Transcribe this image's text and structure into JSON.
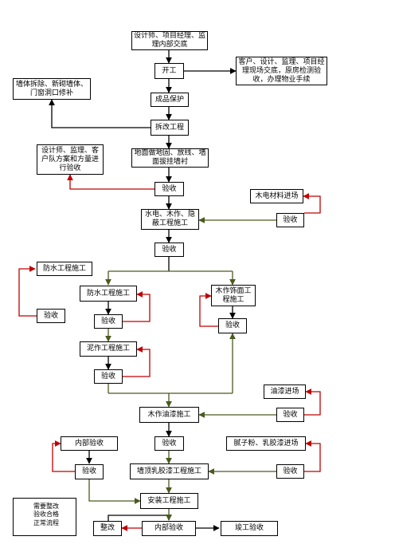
{
  "colors": {
    "main": "#000000",
    "rework": "#c00000",
    "pass": "#4a5a1e"
  },
  "nodes": {
    "design_intro": "设计师、项目经理、监理内部交底",
    "start_work": "开工",
    "client_handover": "客户、设计、监理、项目经理现场交底，原房检测验收，办理物业手续",
    "wall_demolition": "墙体拆除、新砌墙体、门窗洞口修补",
    "finished_protection": "成品保护",
    "demolition_work": "拆改工程",
    "floor_leveling": "地面做地固、放线、墙面拔挂墙衬",
    "team_acceptance": "设计师、监理、客户队方案和方量进行验收",
    "accept_1": "验收",
    "wood_elec_material": "木电材料进场",
    "hidden_works": "水电、木作、隐蔽工程施工",
    "accept_2": "验收",
    "accept_3": "验收",
    "waterproof_left": "防水工程施工",
    "accept_left": "验收",
    "waterproof_mid": "防水工程施工",
    "accept_wp": "验收",
    "wood_finish": "木作饰面工程施工",
    "accept_wood": "验收",
    "mud_work": "泥作工程施工",
    "accept_mud": "验收",
    "paint_material": "油漆进场",
    "wood_paint": "木作油漆施工",
    "accept_paint": "验收",
    "internal_check": "内部验收",
    "accept_mid": "验收",
    "putty_material": "腻子粉、乳胶漆进场",
    "accept_internal": "验收",
    "latex_paint": "墙顶乳胶漆工程施工",
    "accept_latex": "验收",
    "install_work": "安装工程施工",
    "rectify": "整改",
    "internal_final": "内部验收",
    "completion": "竣工验收"
  },
  "legend": {
    "rework": "需要整改",
    "passed": "验收合格",
    "normal": "正常流程"
  }
}
